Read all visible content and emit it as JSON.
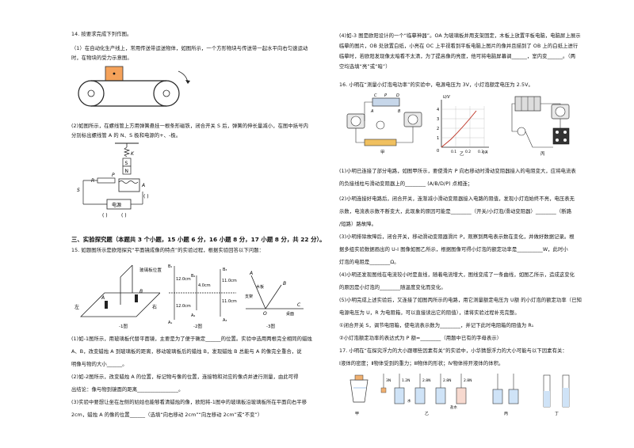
{
  "left": {
    "q14": {
      "title": "14.  按要求完成下列作图。",
      "p1a": "（1）在自动化生产线上，常用传送带运送物体，如图所示，一个方形物块与传送带一起水平向右匀速运动",
      "p1b": "时，在物块的受力示意图。",
      "p2a": "(2)如图所示，在螺线管上方用弹簧悬挂一根条形磁铁，闭合开关 S 后，弹簧的伸长量减小，在图中括号内",
      "p2b": "分别标出螺线管 A 的 N、S 极和电源的+、-极。",
      "fig2_labels": {
        "K": "K",
        "S": "S",
        "N": "N",
        "R": "R",
        "P": "P",
        "A": "A",
        "switch": "S",
        "power": "电源",
        "bracket1": "(    )",
        "bracket2": "(    )",
        "bracket3": "(    )"
      }
    },
    "section3": {
      "title": "三、实验探究题（本题共 3 个小题，15 小题 6 分，16 小题 8 分，17 小题 8 分，共 22 分）。"
    },
    "q15": {
      "intro": "15.  如题图所示是欧阳探究“平面镜成像的特点”的实验过程，根据实验回答以下问题：",
      "fig1": {
        "label": "玻璃板位置",
        "A": "A",
        "B": "B",
        "left": "左",
        "right": "右",
        "caption": "-1图"
      },
      "fig2": {
        "B1": "B₁",
        "A1": "A₁",
        "B2": "B₂",
        "A2": "A₂",
        "B3": "B₃",
        "A3": "A₃",
        "d1": "12.0cm",
        "d2": "4.0cm",
        "d3": "12.0cm",
        "d4": "11.0cm",
        "d5": "11.0cm",
        "caption": "-2图"
      },
      "fig3": {
        "A": "A",
        "B": "B",
        "O": "O",
        "C": "C",
        "board": "木板",
        "support": "支架",
        "desk": "桌面",
        "caption": "-3图"
      },
      "p1a": "(1)如-1图所示，用玻璃板代替平面镜，主要是为了便于确定______的位置。实验中选用两根完全相同的蜡烛",
      "p1b": "A、B，改变蜡烛 A 到玻璃板的距离，移动玻璃板后的蜡烛 B，发现蜡烛 B 总能与 A 的像完全重合，说",
      "p1c": "明像与物的大小______。",
      "p2a": "(2)如-2图所示，改变蜡烛 A 的位置，标记物与像的位置，连接物和对应的像点并进行测量，由此可得",
      "p2b": "出结论：像与物到镜面的距离________________。",
      "p3a": "(3)实验中要想让坐在左侧的姑姑也能够看清蜡烛的像，欧阳将-1图中的玻璃板沿玻璃板所在平面向右平移",
      "p3b": "2cm，蜡烛 A 的像的位置______（选填“向右移动 2cm”“向左移动 2cm”或“不变”）"
    }
  },
  "right": {
    "q15_4": {
      "a": "(4)如-3 图是欧阳设计的一个“临摹神器”。OA 为玻璃板并用支架固定，木板上放置平板电脑，电脑屏上展示",
      "b": "临摹的图片，OB 处放置白纸，小亮在 OC 上平视看到平板电脑上图片的像并且描到了 OB 上的白纸上进行",
      "c": "临摹时，若欧阳发现像太暗看不太清，为了提高像的亮度，他可将电脑屏幕调______，室内变______。（两",
      "d": "空均选填“亮”或“暗”）"
    },
    "q16": {
      "intro": "16.  小明在“测量小灯泡电功率”的实验中，电源电压为 3V，小灯泡额定电压为 2.5V。",
      "fig_a": {
        "C": "C",
        "P": "P",
        "D": "D",
        "A": "A",
        "B": "B",
        "caption": "甲"
      },
      "graph": {
        "ylabel": "U/V",
        "xlabel": "I/A",
        "origin": "0",
        "y_ticks": [
          "1",
          "2",
          "3",
          "4"
        ],
        "x_ticks": [
          "0.1",
          "0.2",
          "0.3"
        ],
        "caption": "乙"
      },
      "fig_c": {
        "caption": "丙"
      },
      "p1a": "(1)小明已连接了部分电路，如图甲所示，要使滑片 P 向右移动时滑动变阻器接入的电阻变大，应将电流表",
      "p1b": "的负接线柱与滑动变阻器上的________ (A/B/D/P) 点相连；",
      "p2a": "(2)小明连接好电路后，闭合开关，连渐减小滑动变阻器接入电路的阻值，发现小灯泡始终不亮，电压表无",
      "p2b": "示数，电流表示数不断变大，此现象的原因可能是________（开关/小灯泡/滑动变阻器）________（断路",
      "p2c": "/短路）路故障。",
      "p3a": "(3)小明排除故障后，闭合开关，移动滑动变阻器滑片 P，观察到两电表示数在变化，并做好数据记录。根",
      "p3b": "据多组实验数据画出的 U-I 图像如图乙所示，根据图像可得小灯泡的额定功率是__________W，此时小",
      "p3c": "灯泡的电阻是________Ω。",
      "p4a": "(4)小明还发现图线在电流较小时是直线，随着电流增大，图线变成了一条曲线，如图乙所示，造成这变化",
      "p4b": "的原因是小灯泡的________随温度变化而变化。",
      "p5a": "(5)小明完成上述实验后，又连接了如图丙所示的电路，用它测量额定电压为 U额 的小灯泡的额定功率（已知",
      "p5b": "电源电压为 U，R 为电阻箱，可以直接读出它的阻值），请将实验过程补充完整。",
      "p5c": "①闭合开关 S，调节电阻箱，使电流表示数为________，并记下此时电阻箱的阻值为 R₁",
      "p5d": "②小灯泡额定功率的表达式为 P 额=________（用题中已有的字母表示）"
    },
    "q17": {
      "intro": "17.  小明在“在探究浮力的大小跟哪些因素有关”的实验中，小华猜想浮力的大小可能与以下因素有关：",
      "hyp": "Ⅰ液体的密度；Ⅱ物体受到的重力；Ⅲ物体的形状；Ⅳ物体排开液体的体积。",
      "labels": {
        "a1": "3N",
        "a2": "1.2N",
        "a3": "2.8N",
        "a4": "2.8N",
        "a5": "2.8N",
        "water": "水",
        "salt": "盐水",
        "cap_jia": "甲",
        "cap_yi": "乙",
        "cap_bing": "丙",
        "cap_ding": "丁"
      }
    }
  }
}
